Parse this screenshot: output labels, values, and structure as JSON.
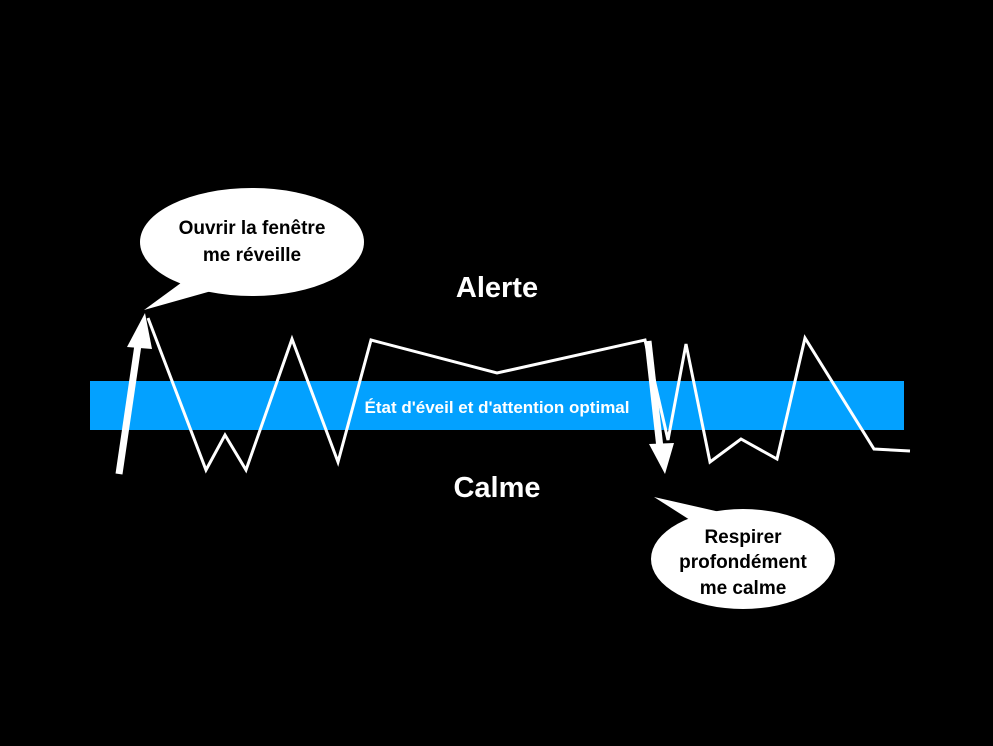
{
  "colors": {
    "background": "#000000",
    "band": "#03A1FF",
    "line": "#FFFFFF",
    "bubble": "#FFFFFF",
    "bubble_text": "#000000",
    "label_text": "#FFFFFF"
  },
  "labels": {
    "alert": "Alerte",
    "calm": "Calme",
    "band": "État d'éveil et d'attention optimal"
  },
  "bubbles": {
    "window": {
      "line1": "Ouvrir la fenêtre",
      "line2": "me réveille"
    },
    "breath": {
      "line1": "Respirer",
      "line2": "profondément",
      "line3": "me calme"
    }
  },
  "icons": {
    "up_arrow": "arrow-up-icon",
    "down_arrow": "arrow-down-icon"
  }
}
